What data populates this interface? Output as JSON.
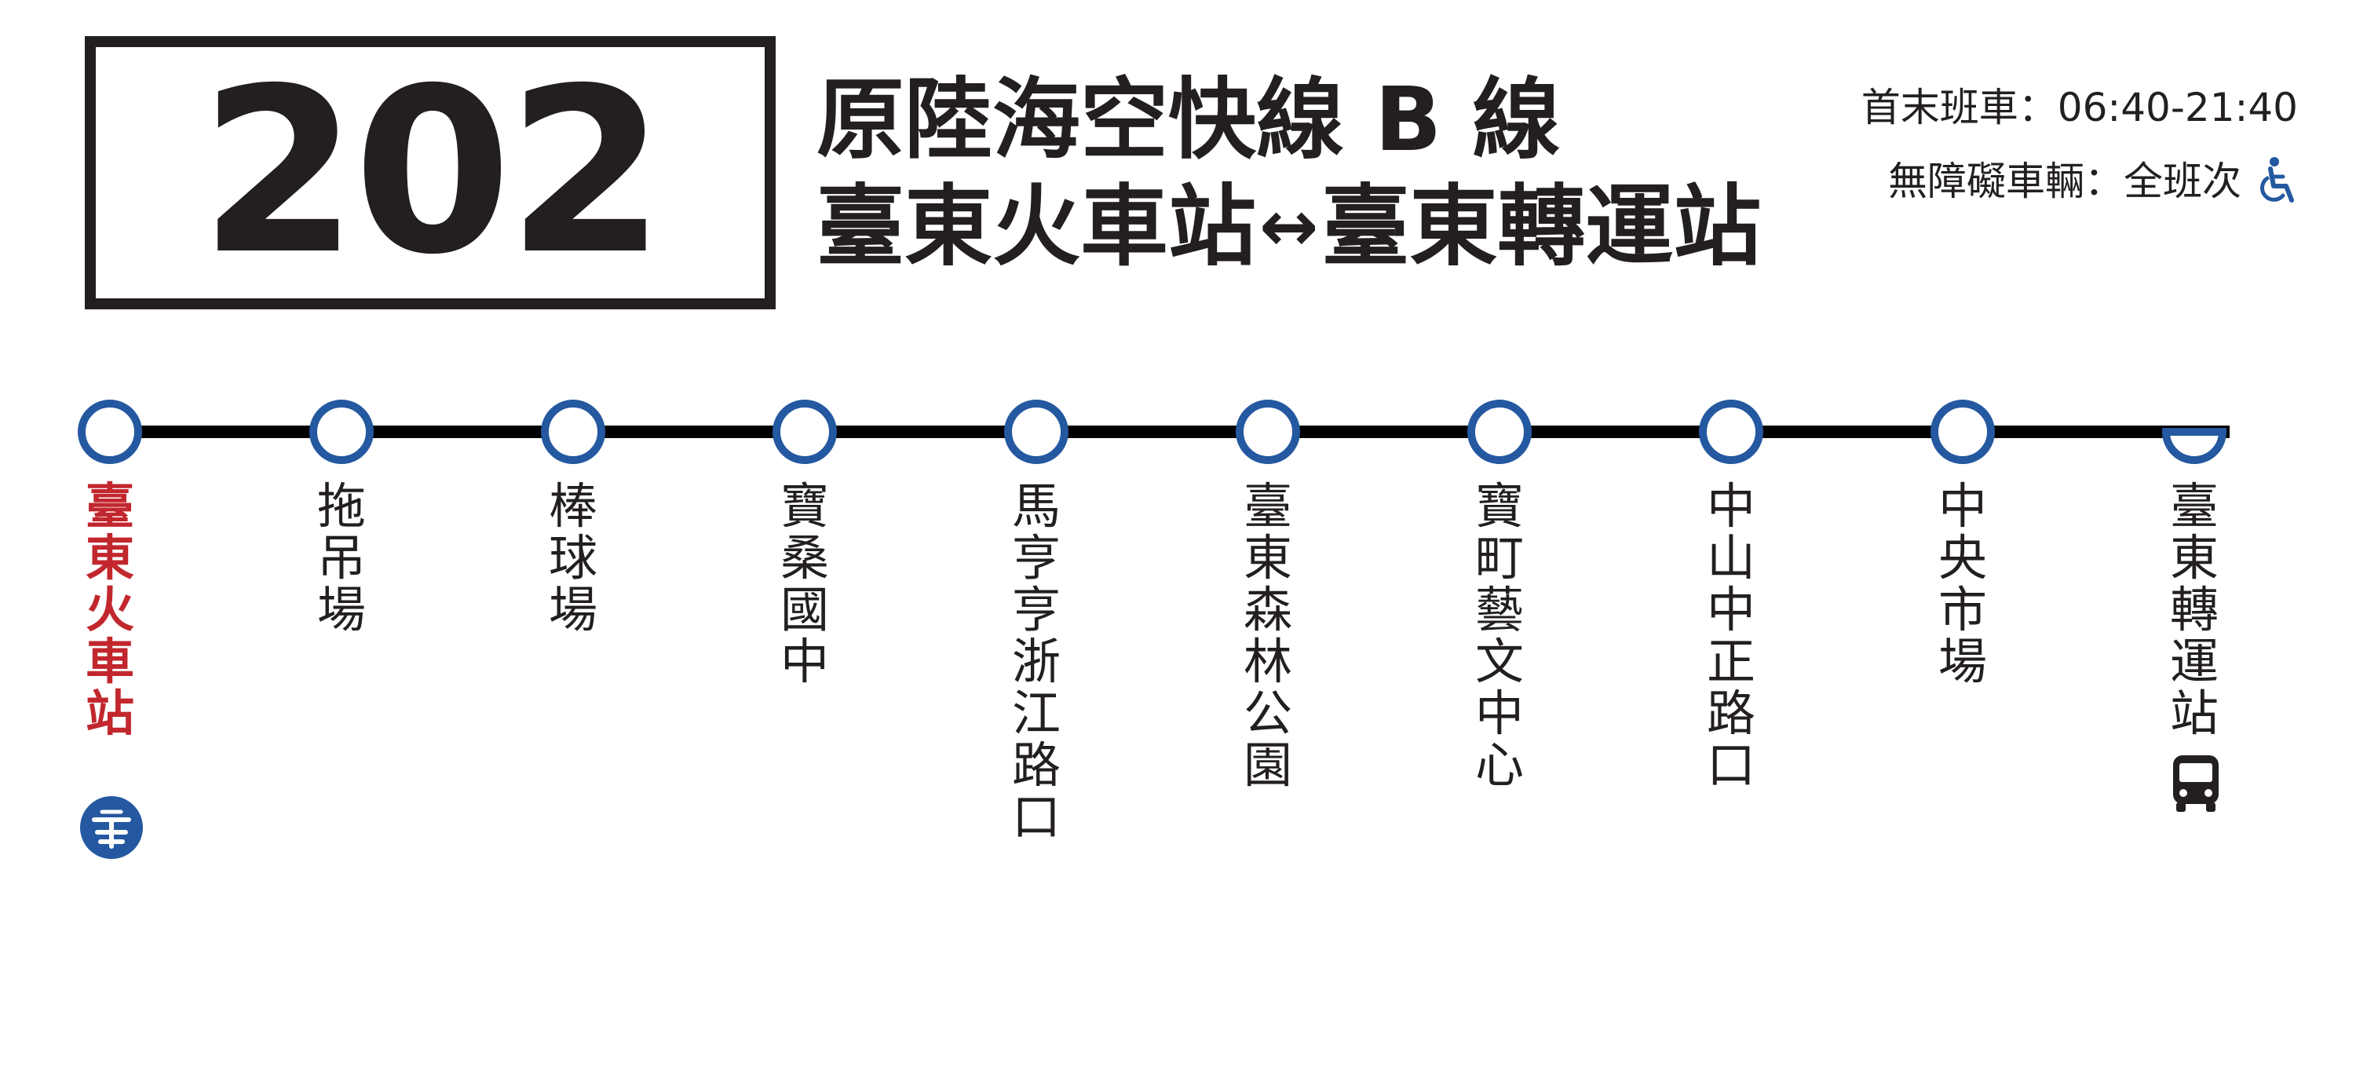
{
  "header": {
    "route_number": "202",
    "route_name": "原陸海空快線 B 線",
    "origin": "臺東火車站",
    "arrow": "↔",
    "destination": "臺東轉運站"
  },
  "service": {
    "hours": "首末班車：06:40-21:40",
    "accessible": "無障礙車輛：全班次",
    "accessible_icon": "wheelchair-icon"
  },
  "colors": {
    "line": "#000000",
    "stop_ring": "#2458a0",
    "origin_text": "#c1272d",
    "text": "#231f20"
  },
  "stops": [
    {
      "name": "臺東火車站",
      "type": "origin"
    },
    {
      "name": "拖吊場",
      "type": "normal"
    },
    {
      "name": "棒球場",
      "type": "normal"
    },
    {
      "name": "寶桑國中",
      "type": "normal"
    },
    {
      "name": "馬亨亨浙江路口",
      "type": "normal"
    },
    {
      "name": "臺東森林公園",
      "type": "normal"
    },
    {
      "name": "寶町藝文中心",
      "type": "normal"
    },
    {
      "name": "中山中正路口",
      "type": "normal"
    },
    {
      "name": "中央市場",
      "type": "normal"
    },
    {
      "name": "臺東轉運站",
      "type": "terminal"
    }
  ],
  "icons": {
    "origin_icon": "taiwan-railway-logo-icon",
    "terminal_icon": "bus-icon"
  }
}
